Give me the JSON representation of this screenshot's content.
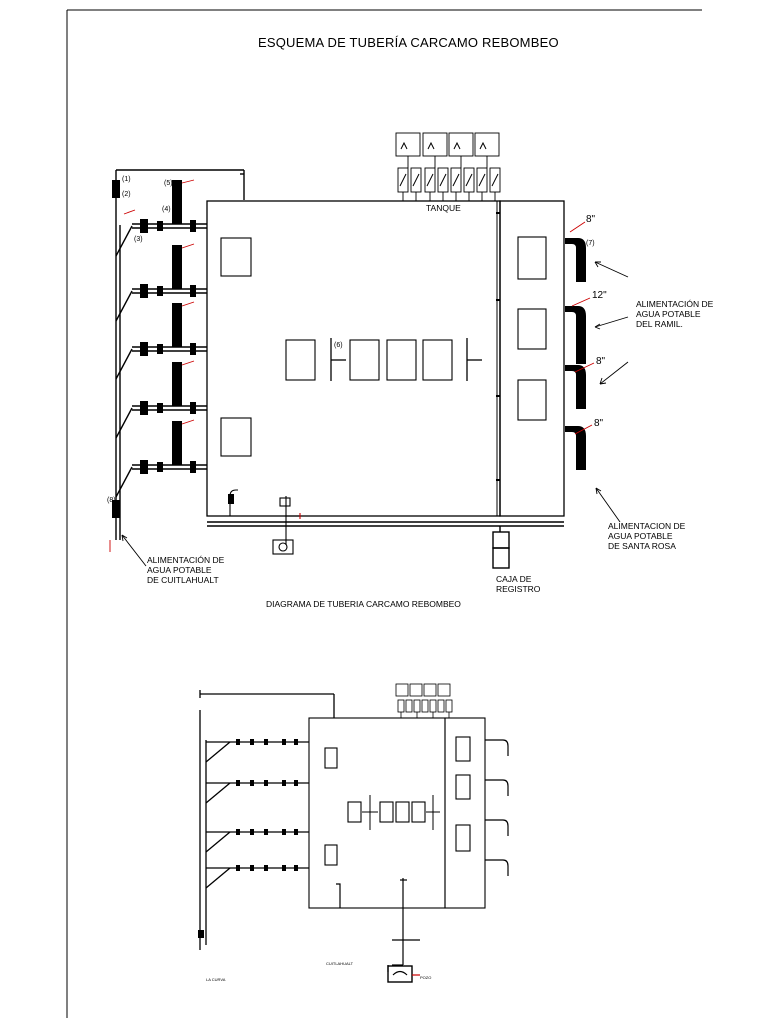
{
  "title": "ESQUEMA DE TUBERÍA CARCAMO REBOMBEO",
  "tank_label": "TANQUE",
  "registro_label": "REGISTRO",
  "diagram_title": "DIAGRAMA DE TUBERIA CARCAMO REBOMBEO",
  "labels": {
    "ramil": [
      "ALIMENTACIÓN DE",
      "AGUA POTABLE",
      "DEL RAMIL."
    ],
    "santa_rosa": [
      "ALIMENTACION DE",
      "AGUA POTABLE",
      "DE SANTA ROSA"
    ],
    "cuitlahualt": [
      "ALIMENTACIÓN DE",
      "AGUA POTABLE",
      "DE CUITLAHUALT"
    ],
    "caja": [
      "CAJA DE",
      "REGISTRO"
    ]
  },
  "inlet_sizes": [
    "8\"",
    "12\"",
    "8\"",
    "8\""
  ],
  "markers": [
    "(1)",
    "(2)",
    "(3)",
    "(4)",
    "(5)",
    "(6)",
    "(7)",
    "(8)"
  ],
  "small_labels": {
    "pozo_lower": "POZO",
    "cuitlahualt_lower": "CUITLAHUALT",
    "la_curva": "LA CURVA"
  },
  "colors": {
    "line": "#000000",
    "accent": "#cc0000",
    "frame": "#000000"
  }
}
